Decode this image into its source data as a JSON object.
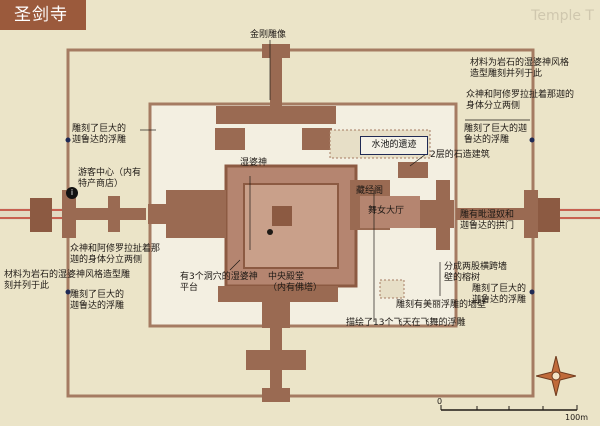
{
  "title": "圣剑寺",
  "watermark": "Temple T",
  "labels": {
    "golden_statue": "金刚雕像",
    "top_right": "材料为岩石的湿婆神风格造型雕刻并列于此",
    "right_upper_gods": "众神和阿修罗拉扯着那迦的身体分立两侧",
    "carved_garuda_upper_left": "雕刻了巨大的迦鲁达的浮雕",
    "carved_garuda_upper_right": "雕刻了巨大的迦鲁达的浮雕",
    "pool_ruins": "水池的遗迹",
    "two_story_stone": "2层的石造建筑",
    "visitor_center": "游客中心（内有特产商店）",
    "visitor_icon": "i",
    "left_gods": "众神和阿修罗拉扯着那迦的身体分立两侧",
    "shiva_shrine": "湿婆神",
    "library": "藏经阁",
    "hall_of_dancers": "舞女大厅",
    "carved_garuda_center_right": "雕有毗湿奴和迦鲁达的拱门",
    "left_lower_material": "材料为岩石的湿婆神风格造型雕刻并列于此",
    "carved_garuda_lower_left": "雕刻了巨大的迦鲁达的浮雕",
    "caves": "有3个洞穴的湿婆神平台",
    "central_hall": "中央殿堂（内有佛塔）",
    "two_divided": "分成两股横跨墙壁的榕树",
    "carved_wall": "雕刻有美丽浮雕的墙壁",
    "apsara_relief": "描绘了13个飞天在飞舞的浮雕",
    "carved_garuda_lower_right": "雕刻了巨大的迦鲁达的浮雕"
  },
  "scale": {
    "zero": "0",
    "end": "100m"
  },
  "colors": {
    "outer_wall": "#a57b62",
    "building": "#9a6a52",
    "background": "#ebe4c8",
    "title_bg": "#9b5a3c",
    "marker": "#e2483a",
    "box_border": "#1f2a55"
  }
}
